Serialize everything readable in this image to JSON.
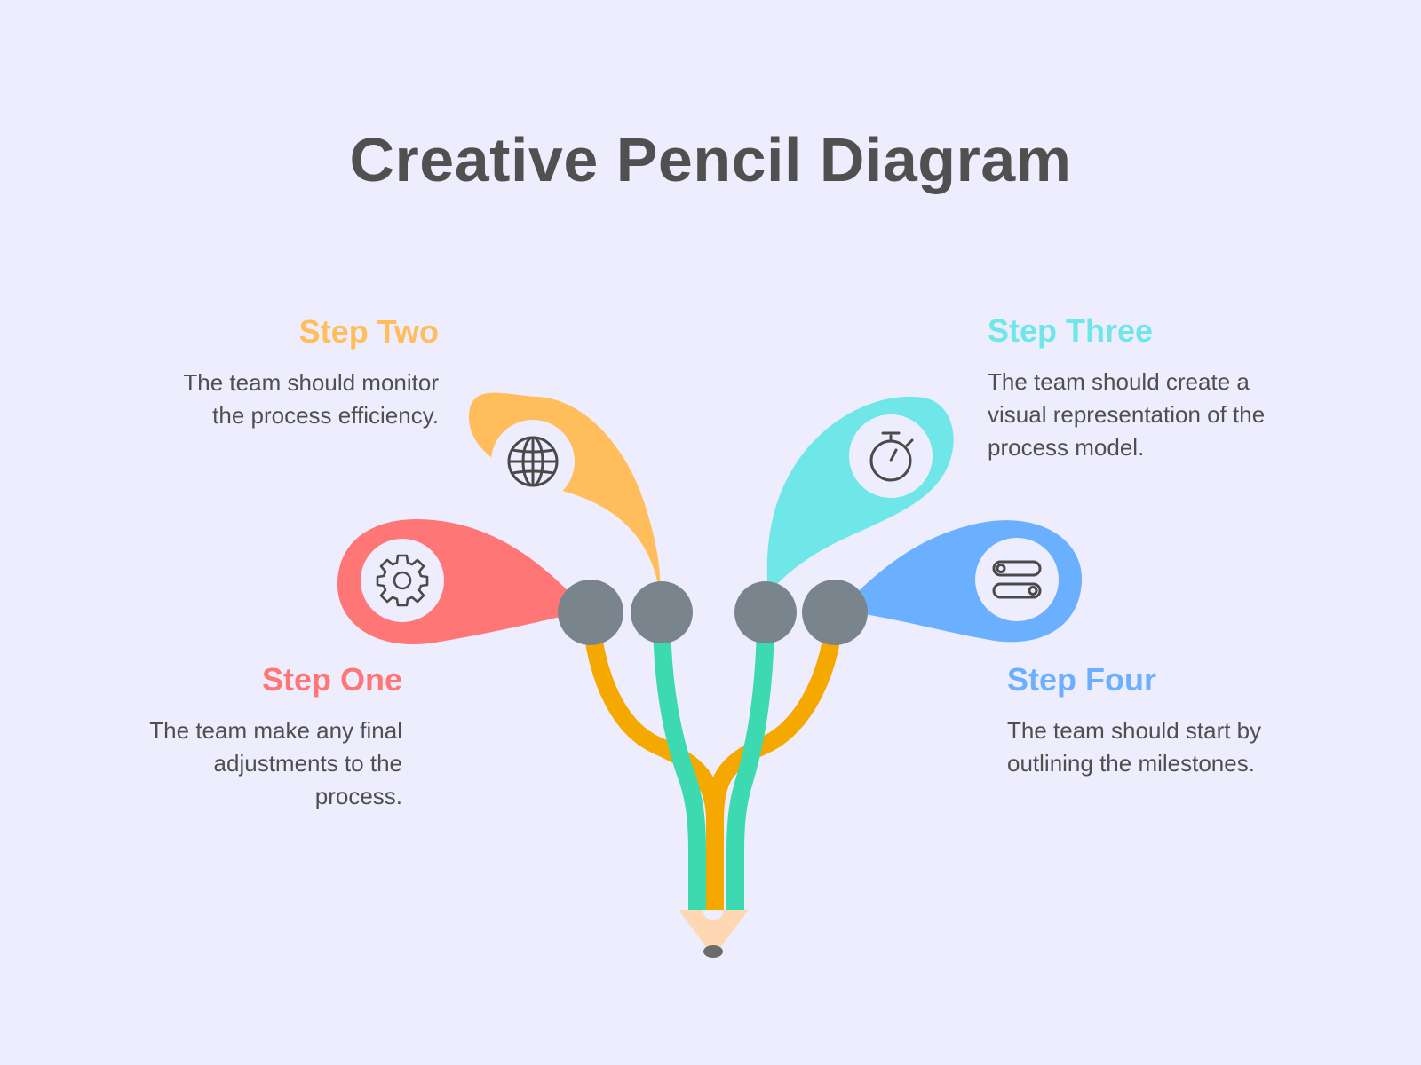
{
  "title": "Creative Pencil Diagram",
  "steps": [
    {
      "heading": "Step One",
      "description": "The team make any final adjustments to the process.",
      "color": "#FF7676",
      "icon": "gear-icon"
    },
    {
      "heading": "Step Two",
      "description": "The team should monitor the process efficiency.",
      "color": "#FFBD5C",
      "icon": "globe-icon"
    },
    {
      "heading": "Step Three",
      "description": "The team should create a visual representation of the process model.",
      "color": "#6FE6E8",
      "icon": "stopwatch-icon"
    },
    {
      "heading": "Step Four",
      "description": "The team should start by outlining the milestones.",
      "color": "#6AB0FF",
      "icon": "toggle-icon"
    }
  ],
  "colors": {
    "background": "#EEEDFD",
    "stem_orange": "#F5A800",
    "stem_green": "#3DD9B0",
    "node_gray": "#7A848D",
    "pencil_wood": "#FDD8B3",
    "pencil_lead": "#6B6B6B",
    "icon_stroke": "#4A4A4A"
  }
}
